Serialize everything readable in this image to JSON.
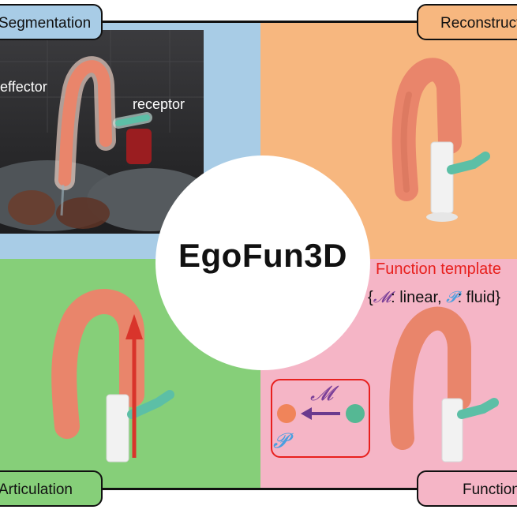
{
  "title": "EgoFun3D",
  "quadrants": {
    "segmentation": {
      "label": "Segmentation",
      "bg": "#a8cce6"
    },
    "reconstruction": {
      "label": "Reconstruction",
      "bg": "#f7b77f"
    },
    "articulation": {
      "label": "Articulation",
      "bg": "#86cf79"
    },
    "function": {
      "label": "Function",
      "bg": "#f5b5c6"
    }
  },
  "photo_labels": {
    "effector": "effector",
    "receptor": "receptor"
  },
  "function_template": {
    "heading": "Function template",
    "open_brace": "{",
    "m_symbol": "𝓜",
    "m_value": ": linear, ",
    "p_symbol": "𝓟",
    "p_value": ": fluid}"
  },
  "diagram": {
    "m_symbol": "𝓜",
    "p_symbol": "𝓟"
  },
  "colors": {
    "faucet": "#e9856b",
    "faucet_dark": "#c9684f",
    "sleeve": "#f2f2f2",
    "spout_teal": "#5cbfa6",
    "arrow_red": "#d9342b",
    "node_orange": "#f0845a",
    "node_teal": "#55b894",
    "arrow_purple": "#6b3a8e",
    "accent_red": "#e8201e"
  }
}
